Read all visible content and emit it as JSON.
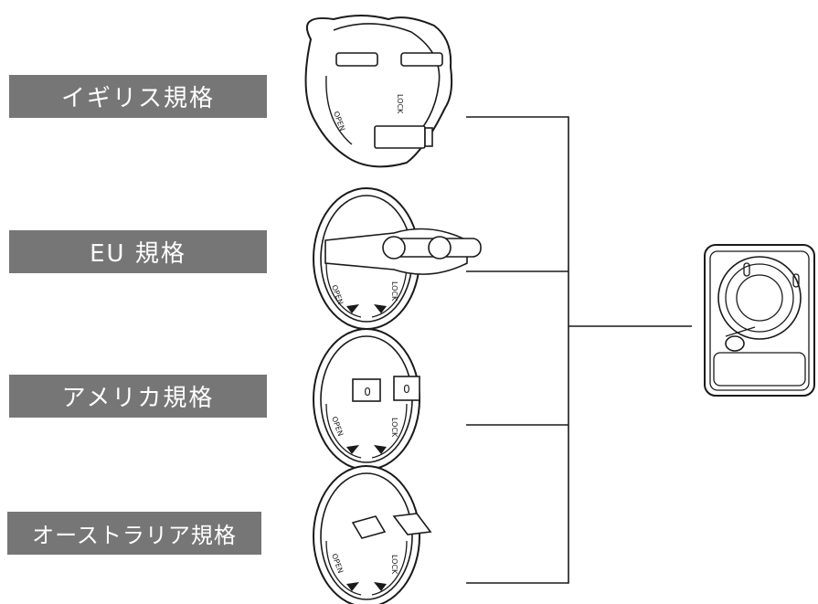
{
  "colors": {
    "label_background": "#767676",
    "label_text": "#ffffff",
    "line": "#1a1a1a",
    "plug_body": "#ffffff"
  },
  "labels": {
    "uk": "イギリス規格",
    "eu": "EU 規格",
    "us": "アメリカ規格",
    "au": "オーストラリア規格"
  },
  "dial_text": {
    "open": "OPEN",
    "lock": "LOCK"
  },
  "icons": {
    "uk_plug": "uk-plug-adapter-icon",
    "eu_plug": "eu-plug-adapter-icon",
    "us_plug": "us-plug-adapter-icon",
    "au_plug": "au-plug-adapter-icon",
    "charger": "charger-base-icon"
  }
}
